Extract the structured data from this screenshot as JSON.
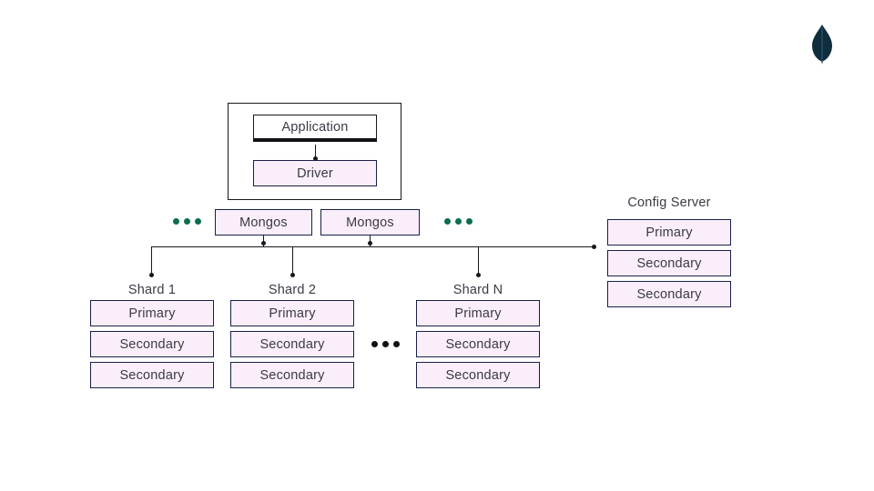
{
  "brand": {
    "logo_icon": "mongodb-leaf-icon",
    "leaf_color": "#0f2d3d",
    "accent_green": "#0a6e4e",
    "node_fill": "#fbeefb",
    "node_border": "#18204a",
    "line_color": "#16181d",
    "text_color": "#3a3a46"
  },
  "client_group": {
    "application": {
      "label": "Application"
    },
    "driver": {
      "label": "Driver"
    }
  },
  "router_tier": {
    "left_ellipsis": "•••",
    "right_ellipsis": "•••",
    "routers": [
      {
        "label": "Mongos"
      },
      {
        "label": "Mongos"
      }
    ]
  },
  "config_server": {
    "title": "Config Server",
    "members": [
      {
        "label": "Primary"
      },
      {
        "label": "Secondary"
      },
      {
        "label": "Secondary"
      }
    ]
  },
  "shards": [
    {
      "title": "Shard 1",
      "members": [
        {
          "label": "Primary"
        },
        {
          "label": "Secondary"
        },
        {
          "label": "Secondary"
        }
      ]
    },
    {
      "title": "Shard 2",
      "members": [
        {
          "label": "Primary"
        },
        {
          "label": "Secondary"
        },
        {
          "label": "Secondary"
        }
      ]
    },
    {
      "title": "Shard N",
      "members": [
        {
          "label": "Primary"
        },
        {
          "label": "Secondary"
        },
        {
          "label": "Secondary"
        }
      ]
    }
  ],
  "shard_ellipsis": "•••"
}
